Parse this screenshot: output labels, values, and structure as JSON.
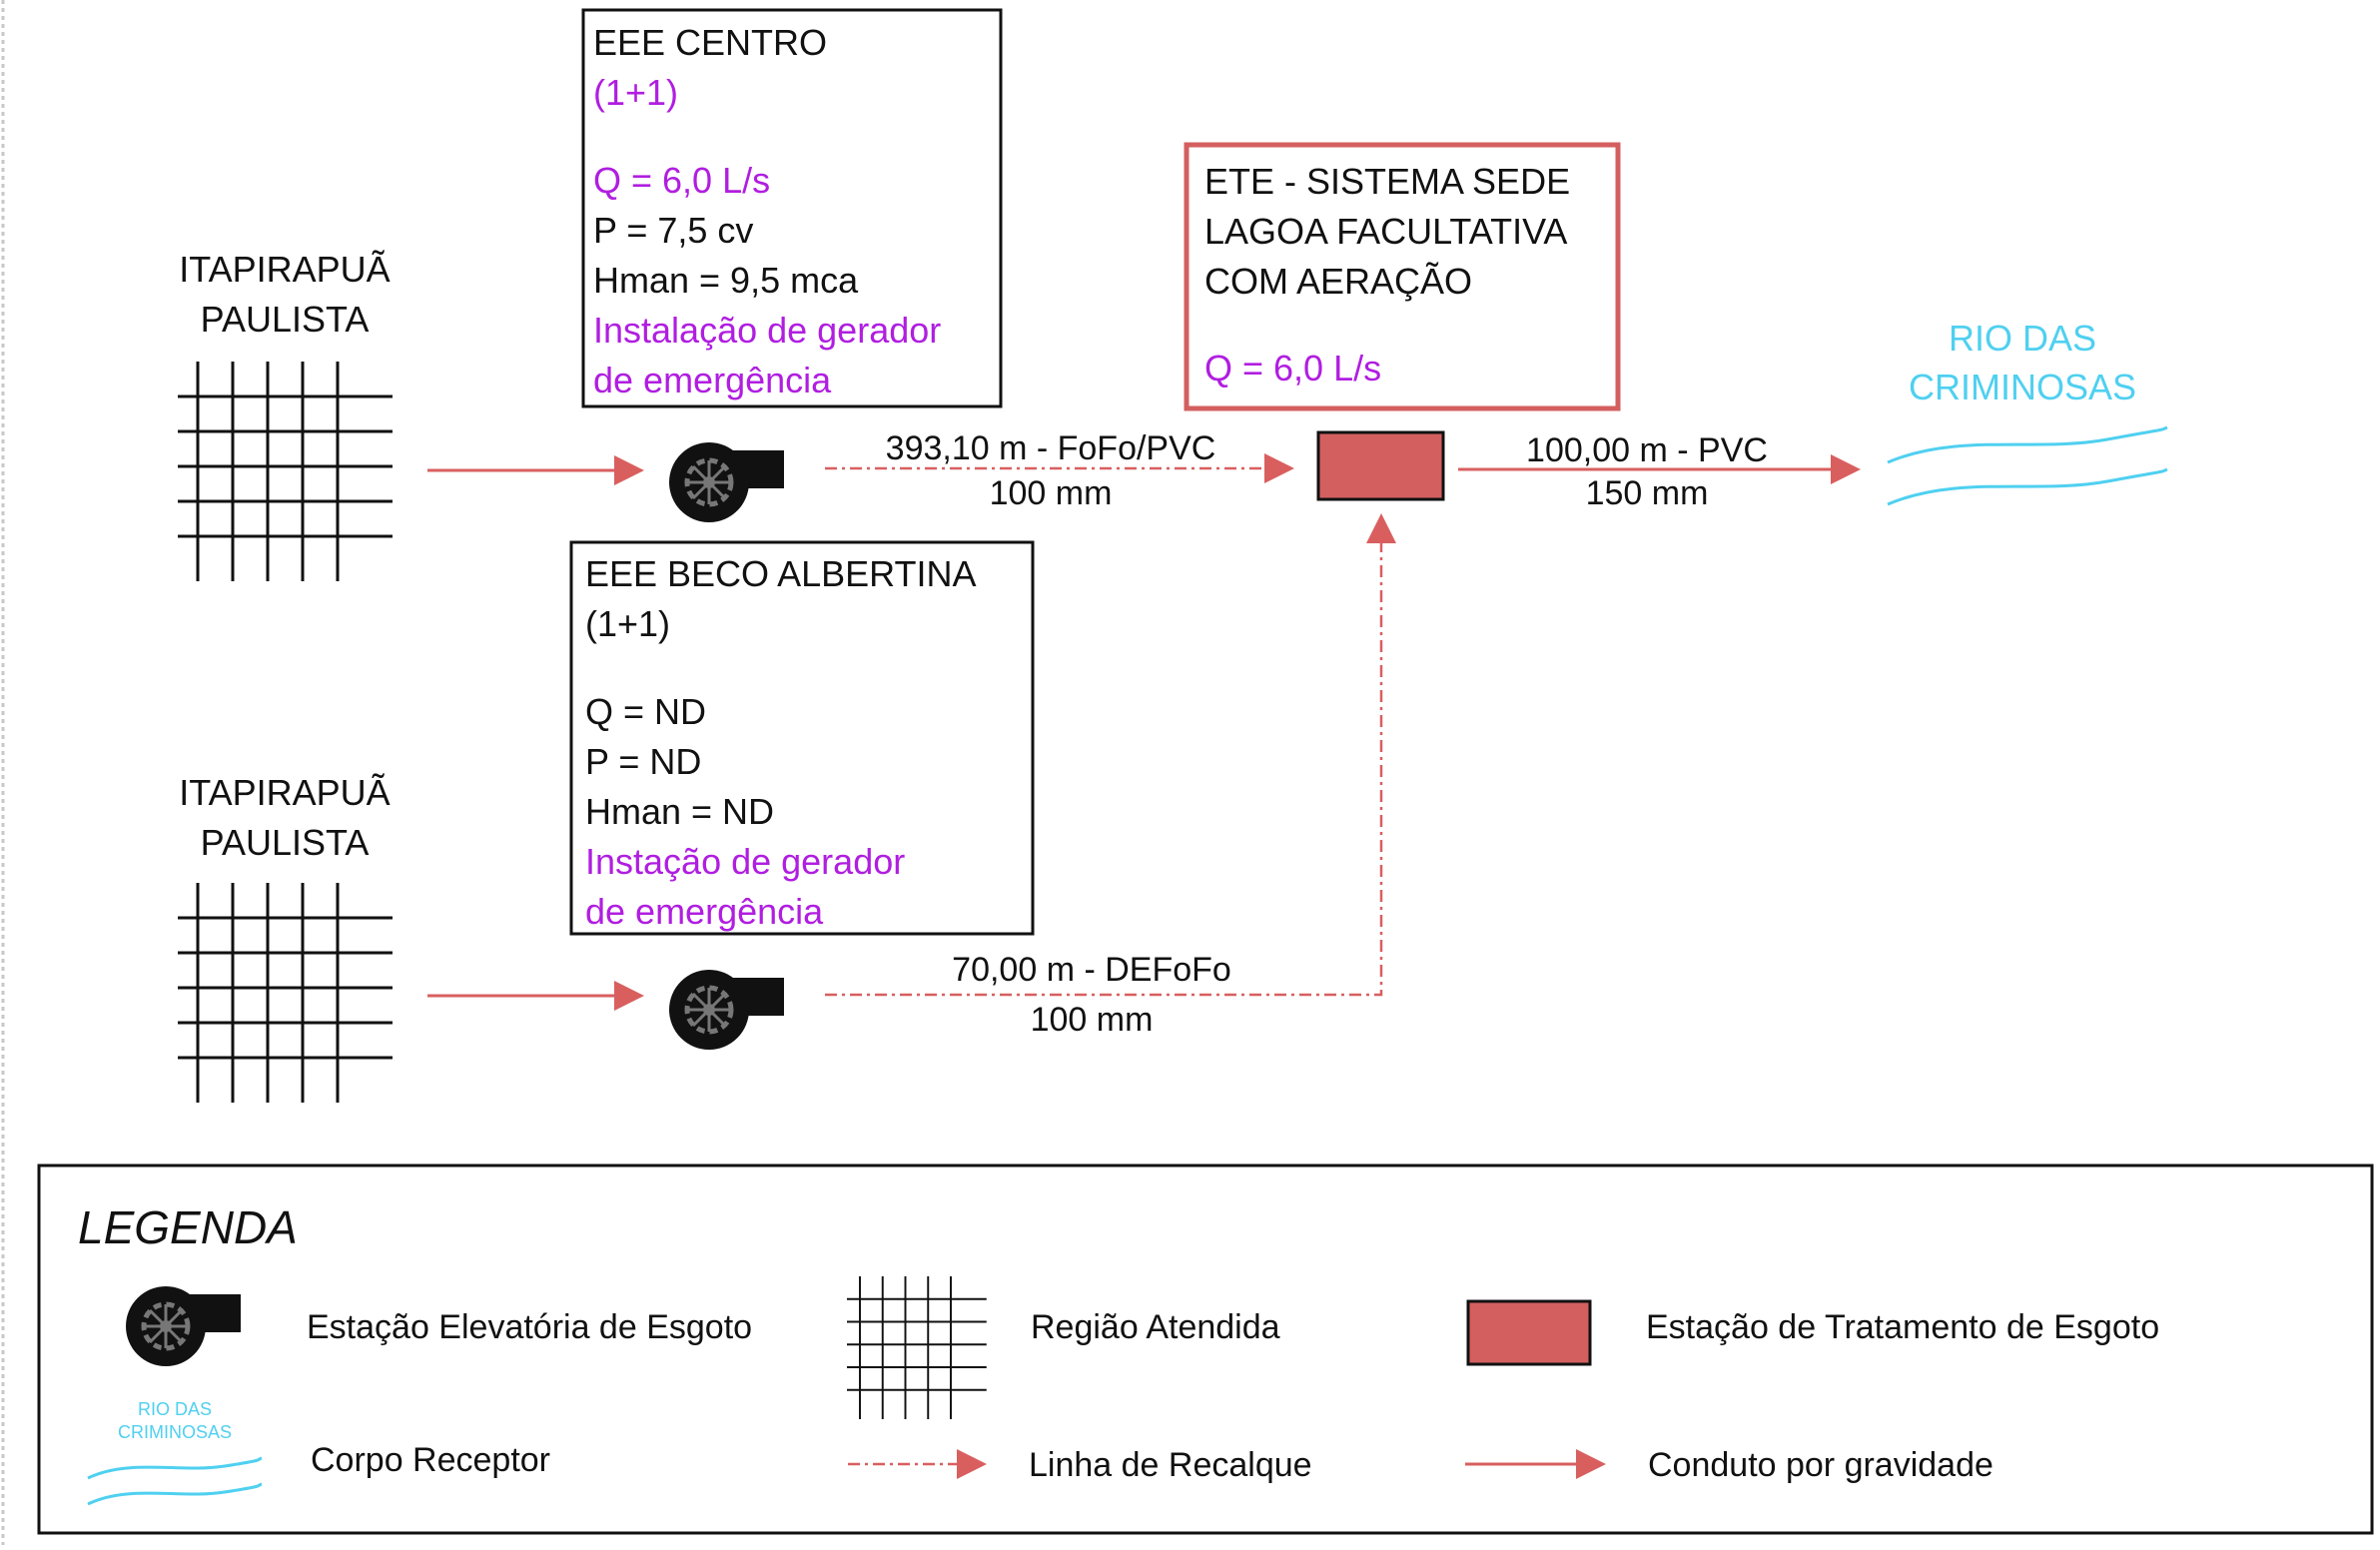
{
  "colors": {
    "line": "#d95f5f",
    "ete_fill": "#d45f5f",
    "ete_border": "#d45f5f",
    "purple": "#b01ee0",
    "cyan": "#4fd0f0",
    "ink": "#111111"
  },
  "regions": [
    {
      "label_line1": "ITAPIRAPUÃ",
      "label_line2": "PAULISTA",
      "icon": "grid-icon"
    },
    {
      "label_line1": "ITAPIRAPUÃ",
      "label_line2": "PAULISTA",
      "icon": "grid-icon"
    }
  ],
  "eee_centro": {
    "title": "EEE CENTRO",
    "config": "(1+1)",
    "q": "Q = 6,0 L/s",
    "p": "P = 7,5 cv",
    "hman": "Hman = 9,5 mca",
    "gen_line1": "Instalação de gerador",
    "gen_line2": "de emergência"
  },
  "eee_beco": {
    "title": "EEE BECO ALBERTINA",
    "config": "(1+1)",
    "q": "Q = ND",
    "p": "P = ND",
    "hman": "Hman = ND",
    "gen_line1": "Instação de gerador",
    "gen_line2": "de emergência"
  },
  "ete": {
    "line1": "ETE - SISTEMA SEDE",
    "line2": "LAGOA FACULTATIVA",
    "line3": "COM AERAÇÃO",
    "q": "Q = 6,0 L/s"
  },
  "pipes": {
    "centro_top": "393,10 m - FoFo/PVC",
    "centro_bottom": "100 mm",
    "beco_top": "70,00 m - DEFoFo",
    "beco_bottom": "100 mm",
    "outfall_top": "100,00 m - PVC",
    "outfall_bottom": "150 mm"
  },
  "river": {
    "line1": "RIO DAS",
    "line2": "CRIMINOSAS",
    "icon": "river-icon"
  },
  "legend": {
    "title": "LEGENDA",
    "pump_station": "Estação Elevatória de Esgoto",
    "served_region": "Região Atendida",
    "treatment_plant": "Estação de Tratamento de Esgoto",
    "receiving_body": "Corpo Receptor",
    "river_line1": "RIO DAS",
    "river_line2": "CRIMINOSAS",
    "pressure_line": "Linha de Recalque",
    "gravity_line": "Conduto por gravidade"
  }
}
